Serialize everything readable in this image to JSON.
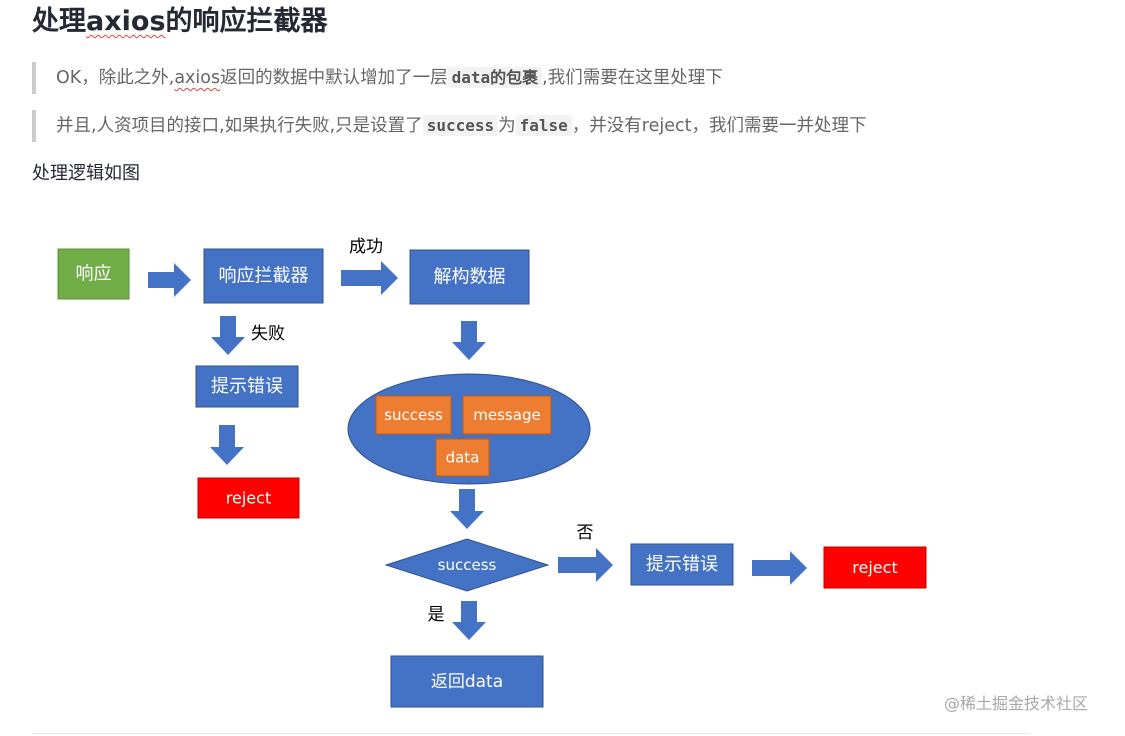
{
  "heading": {
    "prefix": "处理",
    "highlight": "axios",
    "suffix": "的响应拦截器"
  },
  "quote1": {
    "part1": "OK，除此之外,",
    "highlight": "axios",
    "part2": "返回的数据中默认增加了一层",
    "code": "data的包裹",
    "part3": ",我们需要在这里处理下"
  },
  "quote2": {
    "part1": "并且,人资项目的接口,如果执行失败,只是设置了",
    "code1": "success",
    "part2": "为",
    "code2": "false",
    "part3": "，并没有reject，我们需要一并处理下"
  },
  "lead": "处理逻辑如图",
  "diagram": {
    "nodes": {
      "response": "响应",
      "interceptor": "响应拦截器",
      "destructure": "解构数据",
      "tip_error_left": "提示错误",
      "reject_left": "reject",
      "field_success": "success",
      "field_message": "message",
      "field_data": "data",
      "decision": "success",
      "tip_error_right": "提示错误",
      "reject_right": "reject",
      "return_data": "返回data"
    },
    "edge_labels": {
      "ok": "成功",
      "fail": "失败",
      "no": "否",
      "yes": "是"
    },
    "colors": {
      "blue": "#4472c4",
      "green": "#70ad47",
      "orange": "#ed7d31",
      "red": "#ff0000",
      "arrow": "#4472c4"
    }
  },
  "watermark": "@稀土掘金技术社区"
}
